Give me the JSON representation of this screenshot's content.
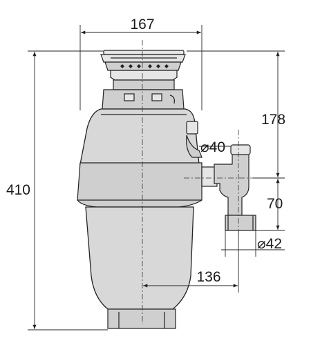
{
  "dimensions": {
    "top_width": "167",
    "total_height": "410",
    "inlet_height": "178",
    "inlet_diameter": "⌀40",
    "outlet_height": "70",
    "outlet_diameter": "⌀42",
    "outlet_offset": "136"
  }
}
